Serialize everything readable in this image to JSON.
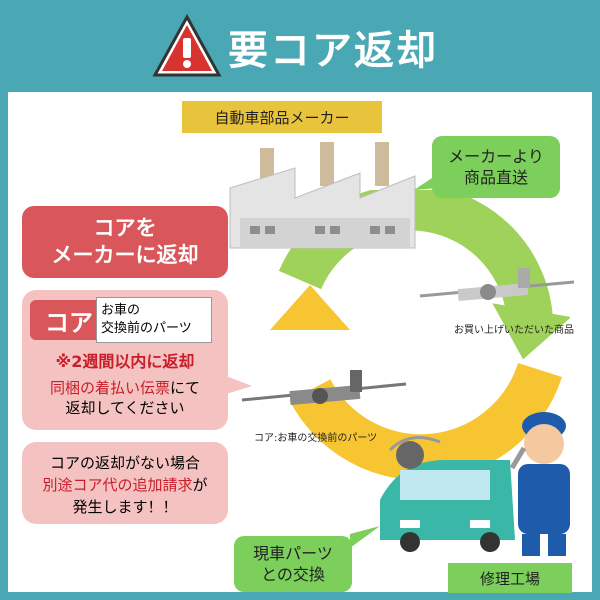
{
  "header": {
    "title": "要コア返却",
    "warning_icon": "warning-triangle-icon"
  },
  "manufacturer_label": "自動車部品メーカー",
  "direct_ship": {
    "line1": "メーカーより",
    "line2": "商品直送"
  },
  "return_core": {
    "line1": "コアを",
    "line2": "メーカーに返却"
  },
  "core_info": {
    "core_badge": "コア",
    "core_desc_line1": "お車の",
    "core_desc_line2": "交換前のパーツ",
    "deadline": "※2週間以内に返却",
    "note_red": "同梱の着払い伝票",
    "note_black1": "にて",
    "note_black2": "返却してください"
  },
  "warning_box": {
    "line1": "コアの返却がない場合",
    "line2_red": "別途コア代の追加請求",
    "line2_black": "が",
    "line3": "発生します！！"
  },
  "purchased_caption": "お買い上げいただいた商品",
  "core_caption": "コア:お車の交換前のパーツ",
  "exchange": {
    "line1": "現車パーツ",
    "line2": "との交換"
  },
  "repair_label": "修理工場",
  "colors": {
    "header": "#4aa8b5",
    "red": "#d9575b",
    "pink": "#f4c2c0",
    "yellow": "#e8c43c",
    "green": "#7ccf5a",
    "arrow_yellow": "#f7c531",
    "arrow_green": "#9fd25a"
  }
}
